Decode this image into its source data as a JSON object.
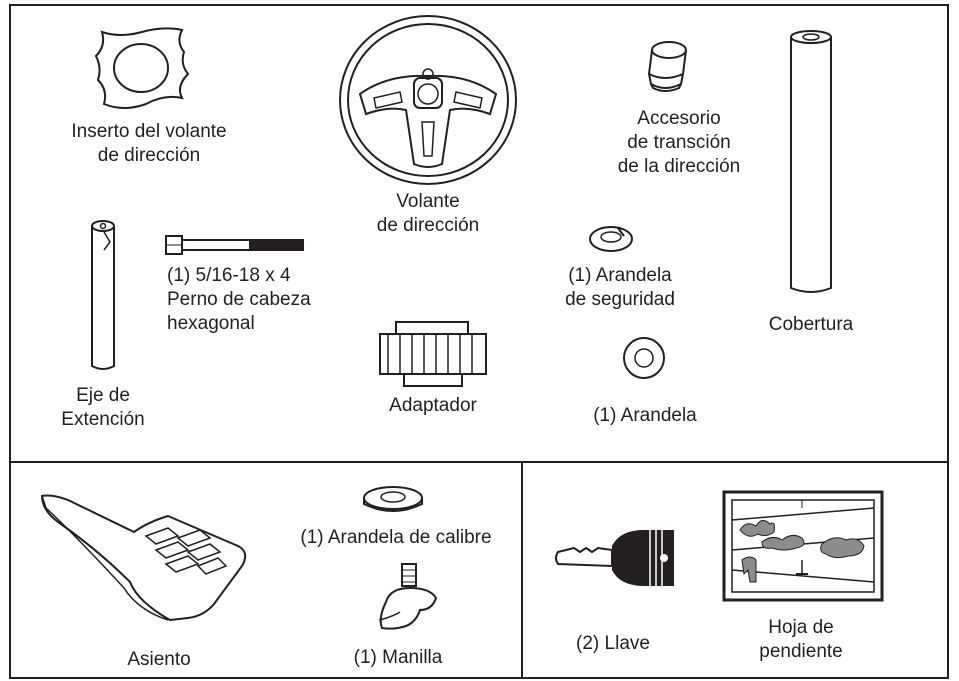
{
  "parts": {
    "steering_insert": {
      "line1": "Inserto del volante",
      "line2": "de dirección"
    },
    "steering_wheel": {
      "line1": "Volante",
      "line2": "de dirección"
    },
    "transition_fitting": {
      "line1": "Accesorio",
      "line2": "de transción",
      "line3": "de la dirección"
    },
    "cover": {
      "label": "Cobertura"
    },
    "extension_shaft": {
      "line1": "Eje de",
      "line2": "Extención"
    },
    "bolt": {
      "line1": "(1) 5/16-18 x 4",
      "line2": "Perno de cabeza",
      "line3": "hexagonal"
    },
    "lock_washer": {
      "line1": "(1)  Arandela",
      "line2": "de seguridad"
    },
    "adapter": {
      "label": "Adaptador"
    },
    "washer": {
      "label": "(1) Arandela"
    },
    "seat": {
      "label": "Asiento"
    },
    "gauge_washer": {
      "label": "(1) Arandela de calibre"
    },
    "knob": {
      "label": "(1) Manilla"
    },
    "key": {
      "label": "(2) Llave"
    },
    "slope_sheet": {
      "line1": "Hoja de",
      "line2": "pendiente"
    }
  },
  "colors": {
    "line": "#231f20",
    "fill_gray": "#8c8c8c",
    "background": "#ffffff"
  }
}
